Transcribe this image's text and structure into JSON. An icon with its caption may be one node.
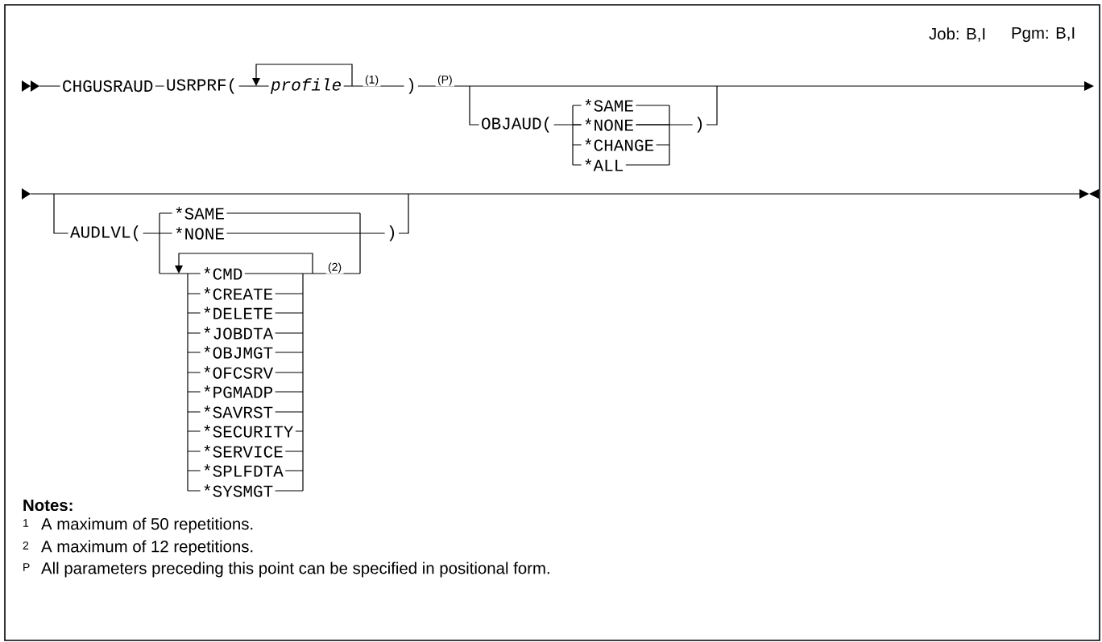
{
  "diagram": {
    "labels": [
      "Job: B,I",
      "Pgm: B,I",
      "CHGUSRAUD",
      "USRPRF(",
      "profile",
      "(1)",
      ")",
      "(P)",
      "OBJAUD(",
      "*SAME",
      "*NONE",
      "*CHANGE",
      "*ALL",
      ")",
      "AUDLVL(",
      "*SAME",
      "*NONE",
      ")",
      "*CMD",
      "(2)",
      "*CREATE",
      "*DELETE",
      "*JOBDTA",
      "*OBJMGT",
      "*OFCSRV",
      "*PGMADP",
      "*SAVRST",
      "*SECURITY",
      "*SERVICE",
      "*SPLFDTA",
      "*SYSMGT",
      "Notes:",
      "1",
      "A maximum of 50 repetitions.",
      "2",
      "A maximum of 12 repetitions.",
      "P",
      "All parameters preceding this point can be specified in positional form."
    ]
  }
}
